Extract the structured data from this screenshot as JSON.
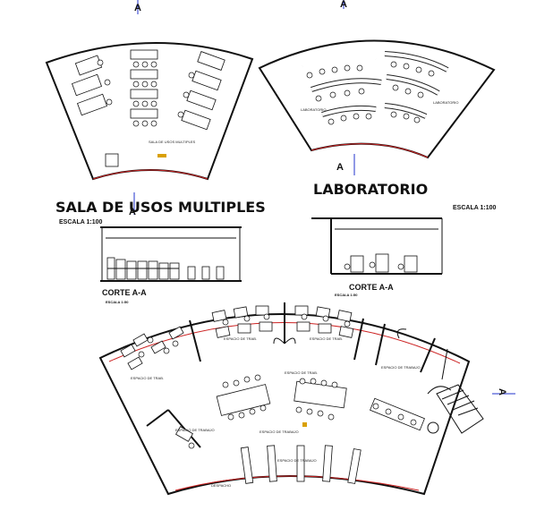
{
  "drawing": {
    "sala_title": "SALA DE USOS MULTIPLES",
    "sala_scale": "ESCALA 1:100",
    "lab_title": "LABORATORIO",
    "lab_scale": "ESCALA 1:100",
    "corte1_title": "CORTE A-A",
    "corte1_scale": "ESCALA 1:50",
    "corte2_title": "CORTE A-A",
    "corte2_scale": "ESCALA 1:50",
    "section_marks": [
      "A",
      "A",
      "A",
      "A",
      "A"
    ],
    "room_labels": {
      "sala_center": "SALA DE USOS MULTIPLES",
      "lab_left": "LABORATORIO",
      "lab_right": "LABORATORIO",
      "ground_room1": "ESPACIO DE TRAB.",
      "ground_room2": "ESPACIO DE TRAB.",
      "ground_room3": "ESPACIO DE TRAB.",
      "ground_center": "ESPACIO DE TRAB.",
      "ground_mid": "ESPACIO DE TRABAJO",
      "ground_right": "ESPACIO DE TRABAJO",
      "ground_leftroom": "ESPACIO DE TRABAJO",
      "ground_bottom": "ESPACIO DE TRABAJO",
      "ground_corner": "DESPACHO"
    }
  }
}
